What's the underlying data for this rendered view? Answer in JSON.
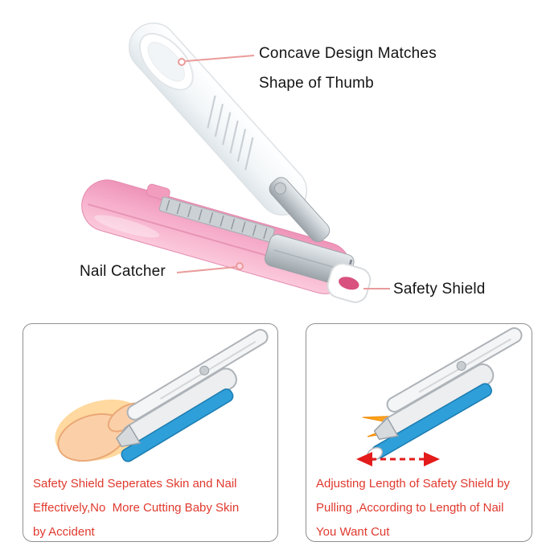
{
  "title": "Baby nail clipper feature diagram",
  "annotations": {
    "concave_line1": "Concave Design Matches",
    "concave_line2": "Shape of Thumb",
    "nail_catcher": "Nail Catcher",
    "safety_shield": "Safety Shield"
  },
  "panels": {
    "left": {
      "lines": [
        "Safety Shield Seperates Skin and Nail",
        "Effectively,No  More Cutting Baby Skin",
        "by Accident"
      ]
    },
    "right": {
      "lines": [
        "Adjusting Length of Safety Shield by",
        "Pulling ,According to Length of Nail",
        "You Want Cut"
      ]
    }
  },
  "colors": {
    "body_pink": "#f4a6c6",
    "shield_opening_pink": "#d8517f",
    "shield_blue": "#2f9fd9",
    "nail_orange": "#ff9d1f",
    "panel_text_red": "#e0392e",
    "callout_line_pink": "#ea9b9b"
  }
}
